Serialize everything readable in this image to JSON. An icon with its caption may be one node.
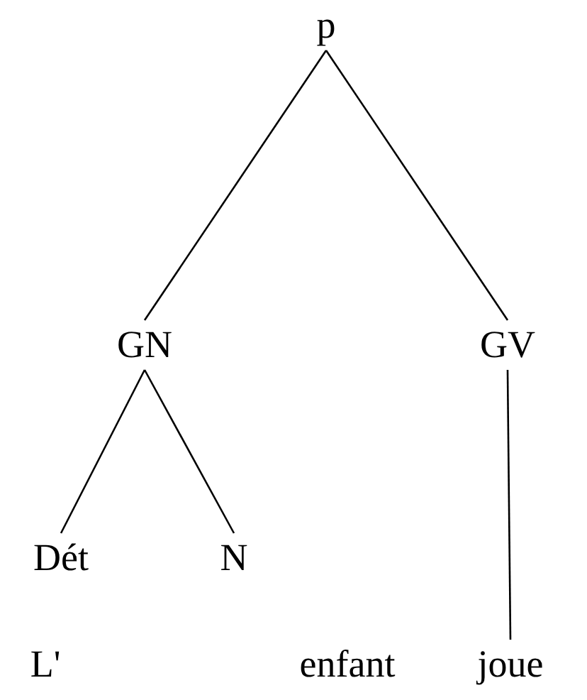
{
  "diagram": {
    "nodes": [
      {
        "text": [
          "p"
        ]
      },
      {
        "text": [
          "GN"
        ]
      },
      {
        "text": [
          "GV"
        ]
      },
      {
        "text": [
          "Dét"
        ]
      },
      {
        "text": [
          "N"
        ]
      },
      {
        "text": [
          "joue"
        ]
      }
    ],
    "edges": [
      {
        "from": 0,
        "to": 1,
        "arrow": "none"
      },
      {
        "from": 0,
        "to": 2,
        "arrow": "none"
      },
      {
        "from": 1,
        "to": 3,
        "arrow": "none"
      },
      {
        "from": 1,
        "to": 4,
        "arrow": "none"
      },
      {
        "from": 2,
        "to": 5,
        "arrow": "none"
      }
    ],
    "labels": [
      "L'",
      "enfant"
    ]
  }
}
